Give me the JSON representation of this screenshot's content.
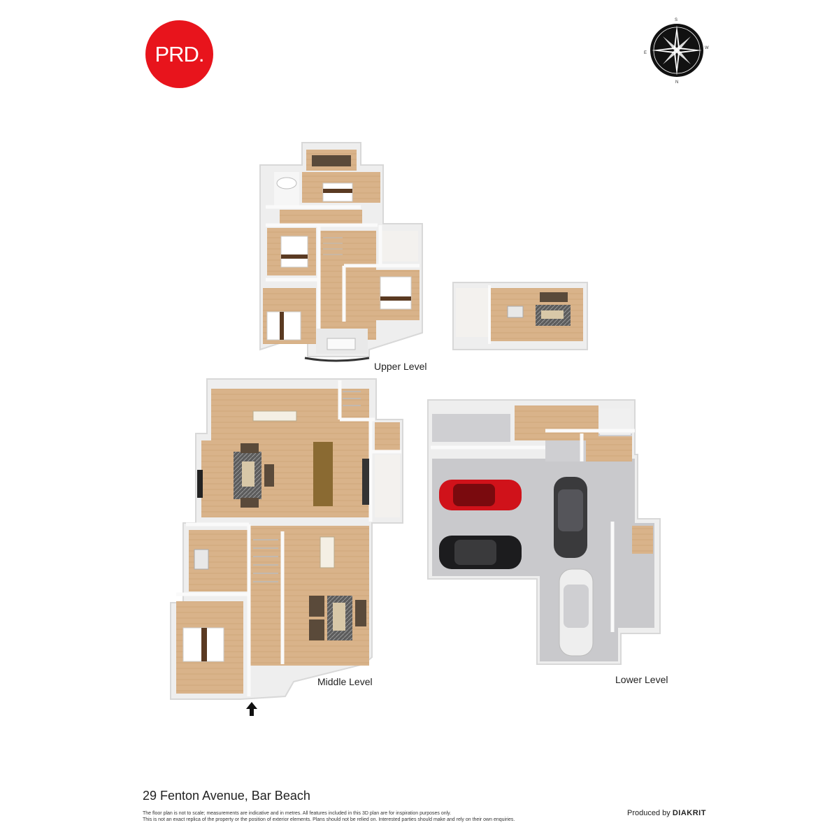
{
  "brand": {
    "logo_text": "PRD.",
    "logo_color": "#e8141c"
  },
  "compass": {
    "n": "N",
    "s": "S",
    "e": "E",
    "w": "W"
  },
  "levels": {
    "upper": "Upper Level",
    "middle": "Middle Level",
    "lower": "Lower Level"
  },
  "address": "29 Fenton Avenue, Bar Beach",
  "disclaimer": {
    "line1": "The floor plan is not to scale; measurements are indicative and in metres. All features included in this 3D plan are for inspiration purposes only.",
    "line2": "This is not an exact replica of the property or the position of exterior elements. Plans should not be relied on. Interested parties should make and rely on their own enquiries."
  },
  "credit": {
    "prefix": "Produced by",
    "brand": "DIAKRIT"
  },
  "colors": {
    "floor": "#d8b48a",
    "wall": "#f2f2f2",
    "garage": "#c9c9cc",
    "car_red": "#d0121a",
    "car_black": "#1c1c1e",
    "car_white": "#eeeeee",
    "car_grey": "#3a3a3c"
  }
}
